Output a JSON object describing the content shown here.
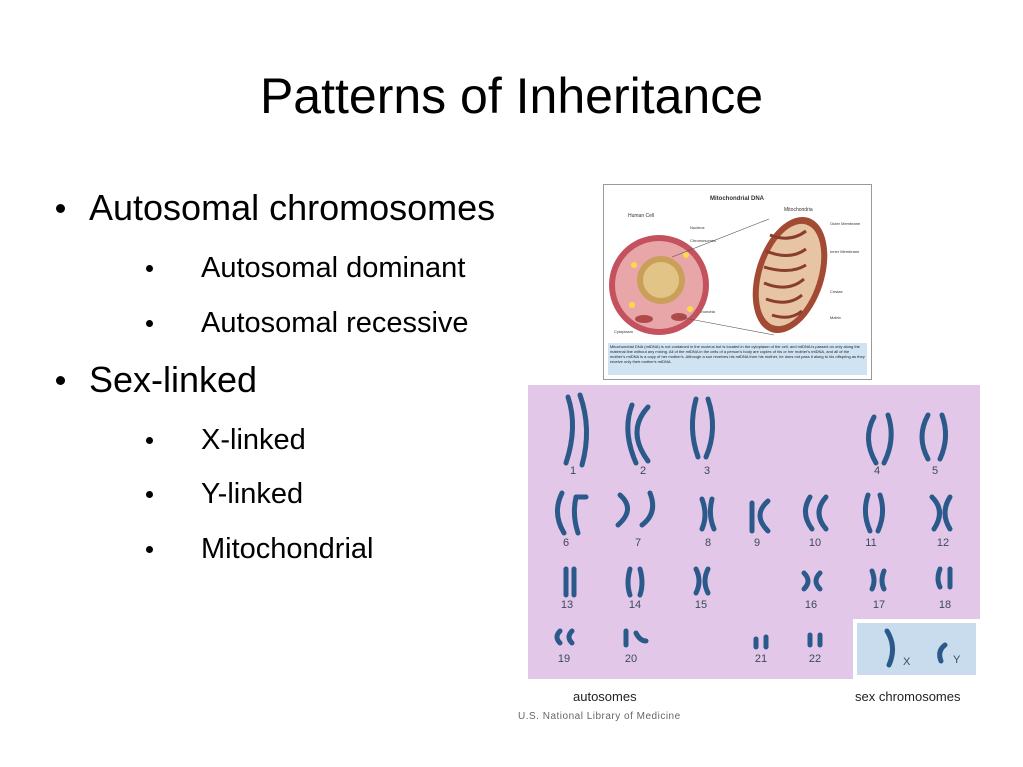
{
  "slide": {
    "title": "Patterns of Inheritance"
  },
  "bullets": [
    {
      "text": "Autosomal chromosomes",
      "level": 1
    },
    {
      "text": "Autosomal dominant",
      "level": 2
    },
    {
      "text": "Autosomal recessive",
      "level": 2
    },
    {
      "text": "Sex-linked",
      "level": 1
    },
    {
      "text": "X-linked",
      "level": 2
    },
    {
      "text": "Y-linked",
      "level": 2
    },
    {
      "text": "Mitochondrial",
      "level": 2
    }
  ],
  "mito_figure": {
    "title": "Mitochondrial DNA",
    "labels": {
      "human_cell": "Human Cell",
      "nucleus": "Nucleus",
      "chromosomes": "Chromosomes",
      "mitochondria_left": "Mitochondria",
      "cytoplasm": "Cytoplasm",
      "mitochondria_right": "Mitochondria",
      "outer_membrane": "Outer Membrane",
      "inner_membrane": "Inner Membrane",
      "cristae": "Cristae",
      "matrix": "Matrix"
    },
    "caption": "Mitochondrial DNA (mtDNA) is not contained in the nucleus but is located in the cytoplasm of the cell, and mtDNA is passed on only along the maternal line without any mixing. All of the mtDNA in the cells of a person's body are copies of his or her mother's mtDNA, and all of the mother's mtDNA is a copy of her mother's. Although a son receives his mtDNA from his mother, he does not pass it along to his offspring as they receive only their mother's mtDNA."
  },
  "karyotype": {
    "chromosome_labels": [
      "1",
      "2",
      "3",
      "4",
      "5",
      "6",
      "7",
      "8",
      "9",
      "10",
      "11",
      "12",
      "13",
      "14",
      "15",
      "16",
      "17",
      "18",
      "19",
      "20",
      "21",
      "22"
    ],
    "x_label": "X",
    "y_label": "Y",
    "autosomes_caption": "autosomes",
    "sex_caption": "sex chromosomes",
    "credit": "U.S. National Library of Medicine",
    "colors": {
      "panel": "#e3c7e9",
      "sex_panel": "#c9dcee",
      "chromosome": "#2b5a8a"
    }
  }
}
